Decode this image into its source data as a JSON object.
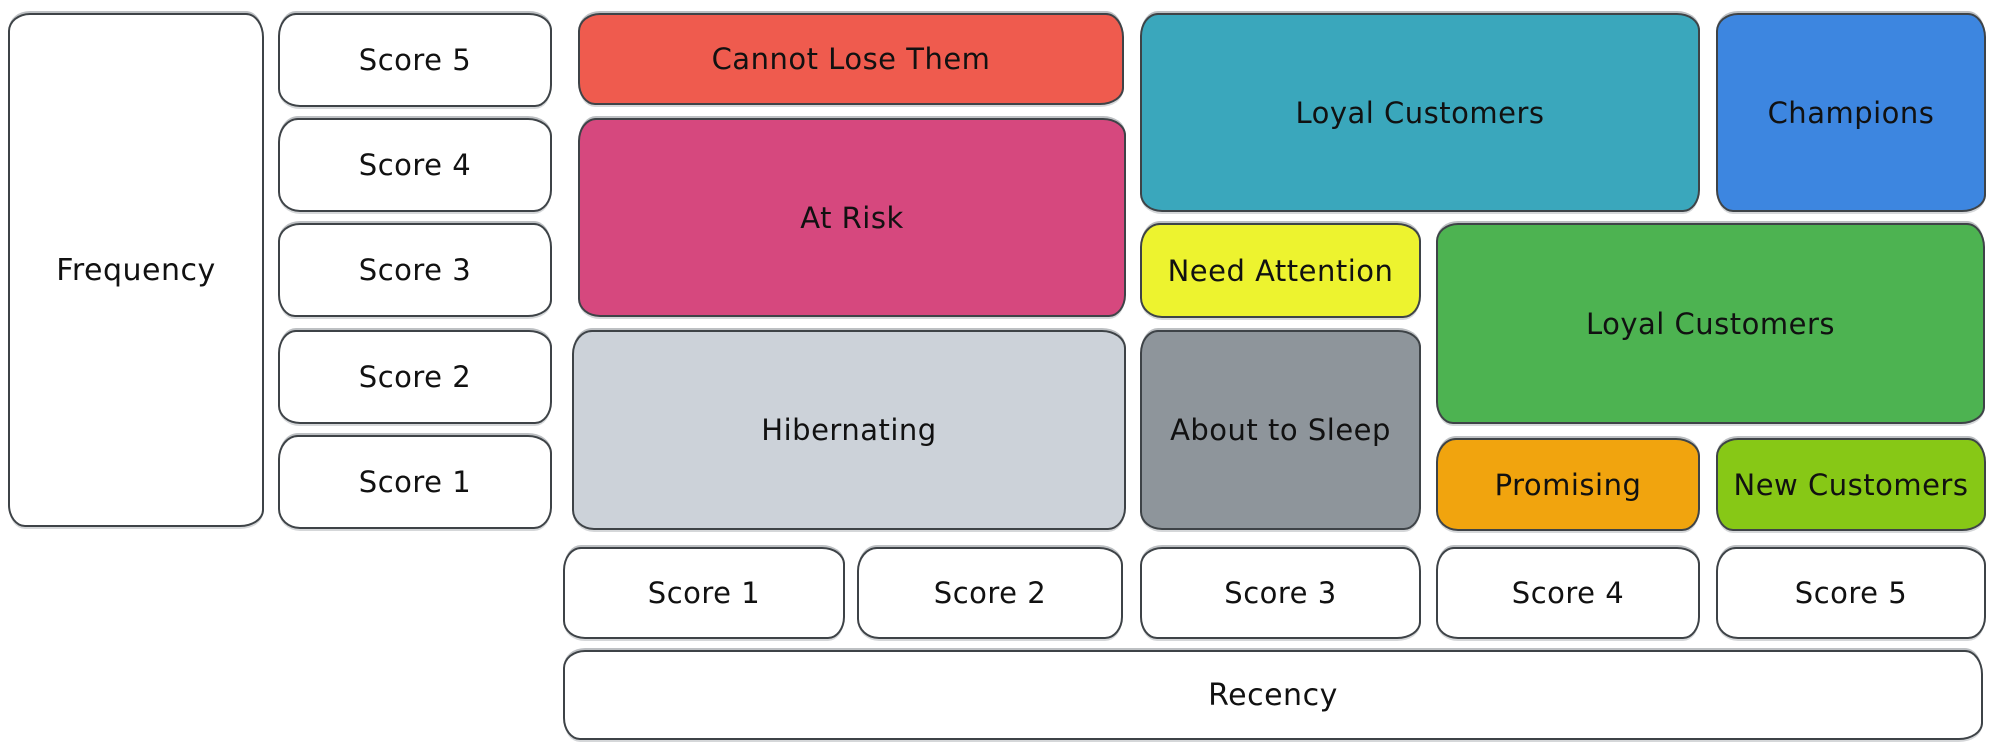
{
  "diagram": {
    "type": "rfm-customer-segment-matrix",
    "background": "#ffffff",
    "stroke_color": "#3e4347",
    "text_color": "#111111",
    "frequency_axis": {
      "label": "Frequency",
      "scores": [
        "Score 5",
        "Score 4",
        "Score 3",
        "Score 2",
        "Score 1"
      ]
    },
    "recency_axis": {
      "label": "Recency",
      "scores": [
        "Score 1",
        "Score 2",
        "Score 3",
        "Score 4",
        "Score 5"
      ]
    },
    "segments": [
      {
        "name": "Cannot Lose Them",
        "color": "#ef5b4e",
        "recency_scores": "1-2",
        "frequency_scores": "5"
      },
      {
        "name": "At Risk",
        "color": "#d6487e",
        "recency_scores": "1-2",
        "frequency_scores": "3-4"
      },
      {
        "name": "Hibernating",
        "color": "#ccd2d9",
        "recency_scores": "1-2",
        "frequency_scores": "1-2"
      },
      {
        "name": "Loyal Customers",
        "color": "#3aa7bc",
        "recency_scores": "3-4",
        "frequency_scores": "4-5"
      },
      {
        "name": "Champions",
        "color": "#3d86e0",
        "recency_scores": "5",
        "frequency_scores": "4-5"
      },
      {
        "name": "Need Attention",
        "color": "#edf32f",
        "recency_scores": "3",
        "frequency_scores": "3"
      },
      {
        "name": "Loyal Customers",
        "color": "#4db351",
        "recency_scores": "4-5",
        "frequency_scores": "2-3"
      },
      {
        "name": "About to Sleep",
        "color": "#8e959b",
        "recency_scores": "3",
        "frequency_scores": "1-2"
      },
      {
        "name": "Promising",
        "color": "#f1a40e",
        "recency_scores": "4",
        "frequency_scores": "1"
      },
      {
        "name": "New Customers",
        "color": "#87c816",
        "recency_scores": "5",
        "frequency_scores": "1"
      }
    ]
  }
}
